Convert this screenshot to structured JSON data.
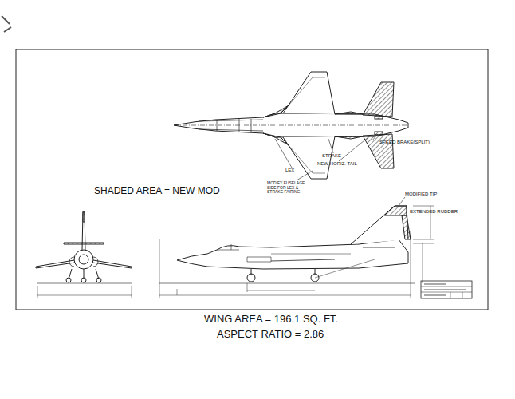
{
  "diagram": {
    "labels": [
      "SPEED BRAKE(SPLIT)",
      "STRAKE",
      "NEW HORIZ. TAIL",
      "LEX",
      "MODIFY FUSELAGE SIDE FOR LEX & STRAKE FAIRING",
      "SHADED AREA = NEW MOD",
      "MODIFIED TIP",
      "EXTENDED RUDDER",
      "WING AREA = 196.1 SQ. FT.",
      "ASPECT RATIO = 2.86"
    ]
  }
}
